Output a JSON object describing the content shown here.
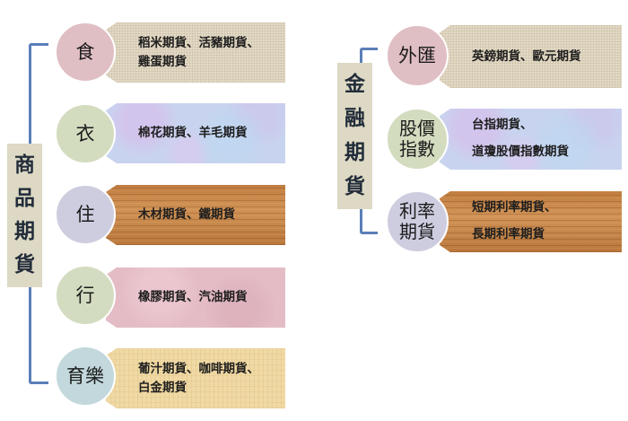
{
  "commodity_futures": {
    "label_chars": [
      "商",
      "品",
      "期",
      "貨"
    ],
    "label": "商品期貨",
    "items": [
      {
        "category": "食",
        "circle_color": "#e0bfc4",
        "texture": "linen",
        "line1": "稻米期貨、活豬期貨、",
        "line2": "雞蛋期貨"
      },
      {
        "category": "衣",
        "circle_color": "#d4dcc0",
        "texture": "blue",
        "line1": "棉花期貨、羊毛期貨",
        "line2": ""
      },
      {
        "category": "住",
        "circle_color": "#cecde0",
        "texture": "wood",
        "line1": "木材期貨、鐵期貨",
        "line2": ""
      },
      {
        "category": "行",
        "circle_color": "#d3dcc0",
        "texture": "pink",
        "line1": "橡膠期貨、汽油期貨",
        "line2": ""
      },
      {
        "category": "育樂",
        "circle_color": "#c3d8dc",
        "texture": "papyrus",
        "line1": "葡汁期貨、咖啡期貨、",
        "line2": "白金期貨"
      }
    ]
  },
  "financial_futures": {
    "label_chars": [
      "金",
      "融",
      "期",
      "貨"
    ],
    "label": "金融期貨",
    "items": [
      {
        "category": "外匯",
        "circle_color": "#e0bfc4",
        "texture": "linen",
        "line1": "英鎊期貨、歐元期貨",
        "line2": ""
      },
      {
        "category": "股價指數",
        "category_line1": "股價",
        "category_line2": "指數",
        "circle_color": "#d4dcc0",
        "texture": "blue",
        "line1": "台指期貨、",
        "line2": "道瓊股價指數期貨"
      },
      {
        "category": "利率期貨",
        "category_line1": "利率",
        "category_line2": "期貨",
        "circle_color": "#cecde0",
        "texture": "wood",
        "line1": "短期利率期貨、",
        "line2": "長期利率期貨"
      }
    ]
  },
  "colors": {
    "bracket": "#5b7fb8",
    "label_box": "#ddd9c4"
  }
}
